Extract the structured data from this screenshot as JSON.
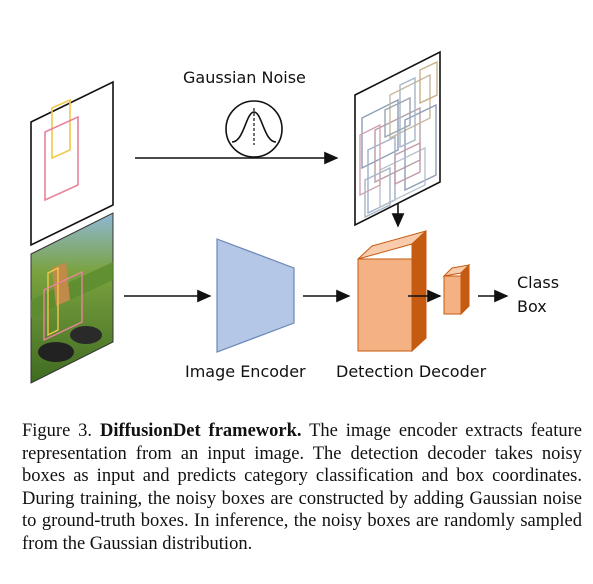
{
  "labels": {
    "gaussian_noise": "Gaussian Noise",
    "image_encoder": "Image Encoder",
    "detection_decoder": "Detection Decoder",
    "class": "Class",
    "box": "Box"
  },
  "caption": {
    "prefix": "Figure 3.",
    "bold": "DiffusionDet framework.",
    "text": "The image encoder extracts feature representation from an input image. The detection decoder takes noisy boxes as input and predicts category classification and box coordinates. During training, the noisy boxes are constructed by adding Gaussian noise to ground-truth boxes. In inference, the noisy boxes are randomly sampled from the Gaussian distribution."
  },
  "colors": {
    "encoder_fill": "#b4c7e7",
    "decoder_front": "#f4b183",
    "decoder_side": "#c55a11",
    "gt_box_yellow": "#f2c84b",
    "gt_box_pink": "#e8839b"
  }
}
